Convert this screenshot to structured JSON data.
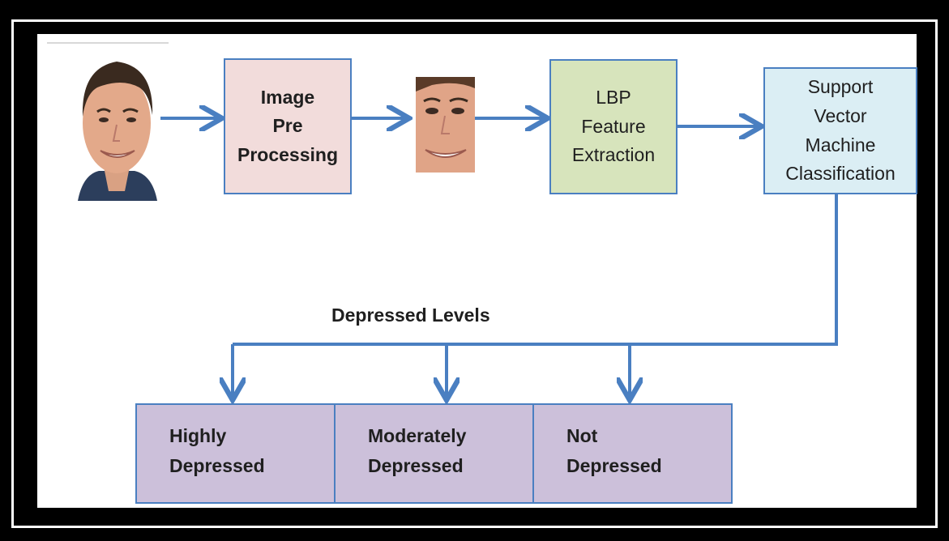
{
  "diagram": {
    "preprocessing_label": "Image\nPre\nProcessing",
    "lbp_label": "LBP\nFeature\nExtraction",
    "svm_label": "Support\nVector\nMachine\nClassification",
    "levels_title": "Depressed Levels",
    "levels": [
      {
        "label": "Highly\nDepressed"
      },
      {
        "label": "Moderately\nDepressed"
      },
      {
        "label": "Not\nDepressed"
      }
    ]
  },
  "colors": {
    "connector": "#4a7fc1",
    "preprocessing_fill": "#f2dcdb",
    "lbp_fill": "#d7e4bc",
    "svm_fill": "#dbeef4",
    "level_fill": "#ccc0da"
  },
  "images": {
    "input_face": "face-photo-icon",
    "cropped_face": "cropped-face-photo-icon"
  }
}
